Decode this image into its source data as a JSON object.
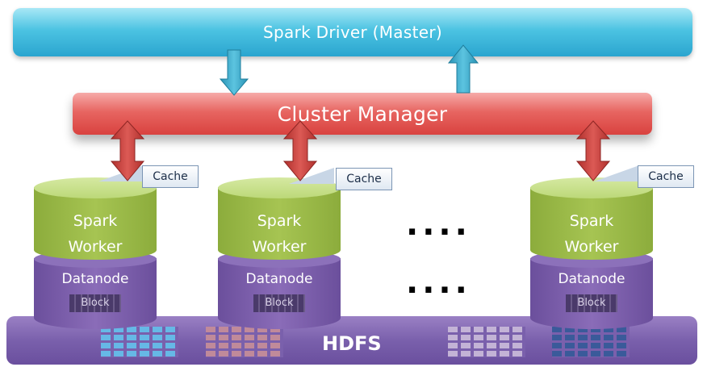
{
  "driver": {
    "label": "Spark Driver (Master)"
  },
  "manager": {
    "label": "Cluster Manager"
  },
  "hdfs": {
    "label": "HDFS"
  },
  "workers": [
    {
      "spark_label": "Spark\nWorker",
      "datanode_label": "Datanode",
      "block_label": "Block",
      "cache_label": "Cache"
    },
    {
      "spark_label": "Spark\nWorker",
      "datanode_label": "Datanode",
      "block_label": "Block",
      "cache_label": "Cache"
    },
    {
      "spark_label": "Spark\nWorker",
      "datanode_label": "Datanode",
      "block_label": "Block",
      "cache_label": "Cache"
    }
  ],
  "ellipsis": {
    "upper": "....",
    "lower": "...."
  },
  "colors": {
    "driver": "#4cc3e2",
    "manager": "#e76561",
    "hdfs": "#7a60ac",
    "spark_worker": "#a6c452",
    "datanode": "#8a6cb8",
    "arrow_blue": "#35a8c6",
    "arrow_red": "#c9403c"
  }
}
